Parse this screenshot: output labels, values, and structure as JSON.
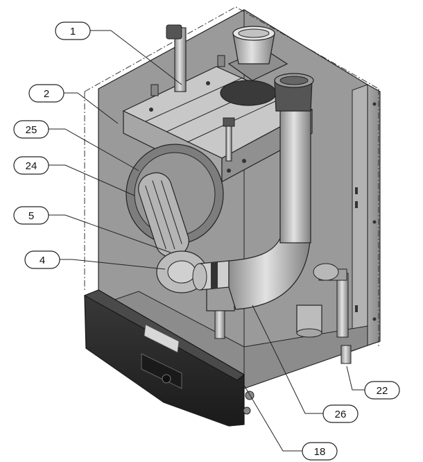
{
  "callouts": [
    {
      "id": "c1",
      "label": "1"
    },
    {
      "id": "c2",
      "label": "2"
    },
    {
      "id": "c25",
      "label": "25"
    },
    {
      "id": "c24",
      "label": "24"
    },
    {
      "id": "c5",
      "label": "5"
    },
    {
      "id": "c4",
      "label": "4"
    },
    {
      "id": "c22",
      "label": "22"
    },
    {
      "id": "c26",
      "label": "26"
    },
    {
      "id": "c18",
      "label": "18"
    }
  ],
  "colors": {
    "cabinet": "#9c9c9c",
    "cabinet_dark": "#6e6e6e",
    "interior": "#8a8a8a",
    "pipe": "#c4c4c4",
    "panel": "#2b2b2b",
    "outline": "#222222"
  }
}
